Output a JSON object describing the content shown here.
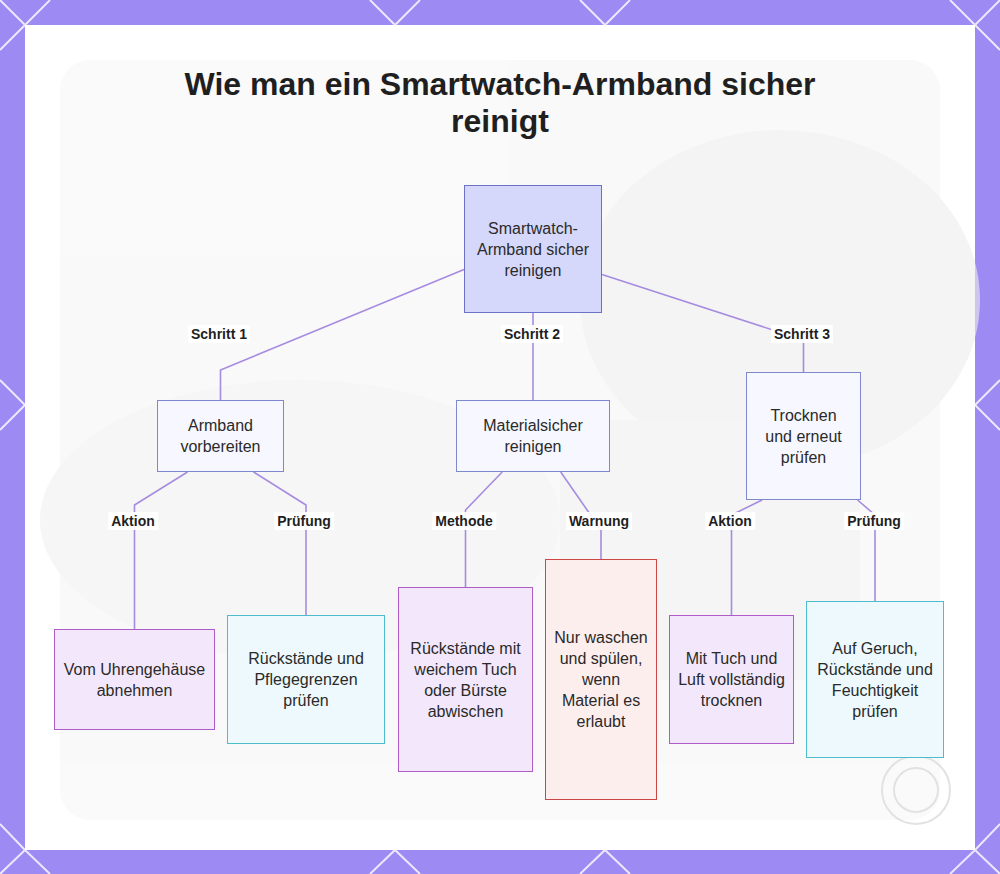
{
  "diagram": {
    "title": "Wie man ein Smartwatch-Armband sicher reinigt",
    "nodes": [
      {
        "text": [
          "Smartwatch-Armband sicher reinigen"
        ]
      },
      {
        "text": [
          "Armband vorbereiten"
        ]
      },
      {
        "text": [
          "Materialsicher reinigen"
        ]
      },
      {
        "text": [
          "Trocknen und erneut prüfen"
        ]
      },
      {
        "text": [
          "Vom Uhrengehäuse abnehmen"
        ]
      },
      {
        "text": [
          "Rückstände und Pflegegrenzen prüfen"
        ]
      },
      {
        "text": [
          "Rückstände mit weichem Tuch oder Bürste abwischen"
        ]
      },
      {
        "text": [
          "Nur waschen und spülen, wenn Material es erlaubt"
        ]
      },
      {
        "text": [
          "Mit Tuch und Luft vollständig trocknen"
        ]
      },
      {
        "text": [
          "Auf Geruch, Rückstände und Feuchtigkeit prüfen"
        ]
      }
    ],
    "edges": [
      {
        "from": 0,
        "to": 1,
        "label": "Schritt 1",
        "arrow": "none"
      },
      {
        "from": 0,
        "to": 2,
        "label": "Schritt 2",
        "arrow": "none"
      },
      {
        "from": 0,
        "to": 3,
        "label": "Schritt 3",
        "arrow": "none"
      },
      {
        "from": 1,
        "to": 4,
        "label": "Aktion",
        "arrow": "none"
      },
      {
        "from": 1,
        "to": 5,
        "label": "Prüfung",
        "arrow": "none"
      },
      {
        "from": 2,
        "to": 6,
        "label": "Methode",
        "arrow": "none"
      },
      {
        "from": 2,
        "to": 7,
        "label": "Warnung",
        "arrow": "none"
      },
      {
        "from": 3,
        "to": 8,
        "label": "Aktion",
        "arrow": "none"
      },
      {
        "from": 3,
        "to": 9,
        "label": "Prüfung",
        "arrow": "none"
      }
    ]
  }
}
